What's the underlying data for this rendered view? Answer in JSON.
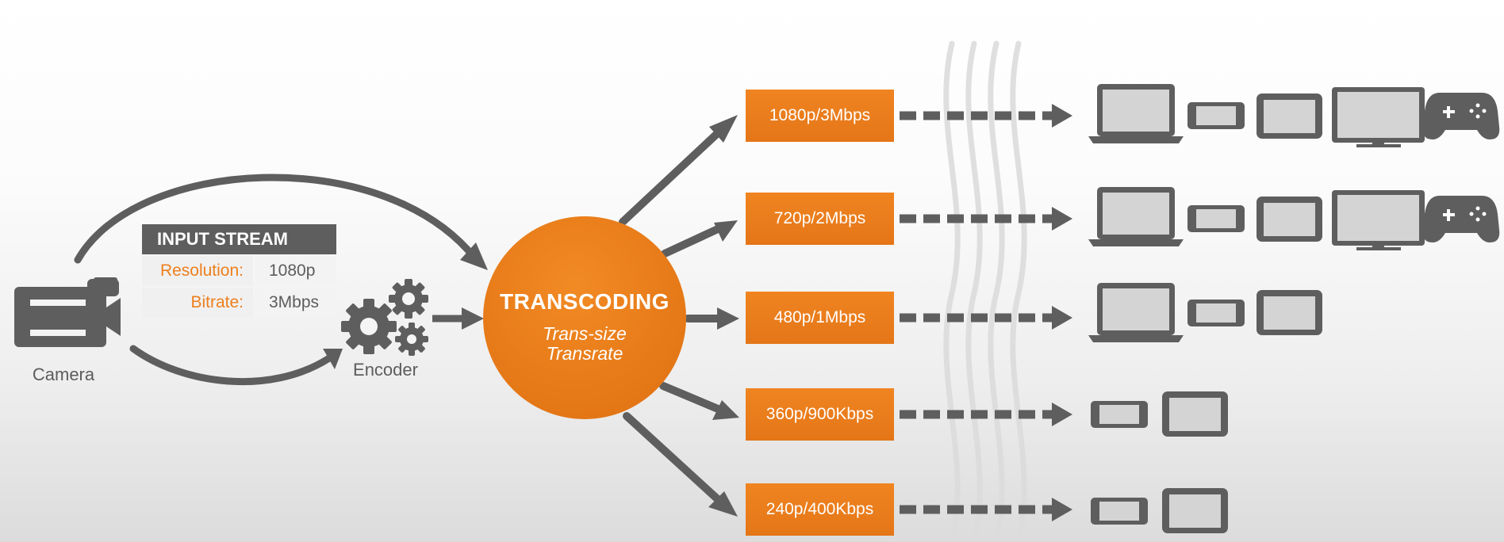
{
  "camera": {
    "label": "Camera"
  },
  "encoder": {
    "label": "Encoder"
  },
  "input_stream": {
    "title": "INPUT STREAM",
    "rows": [
      {
        "key": "Resolution:",
        "value": "1080p"
      },
      {
        "key": "Bitrate:",
        "value": "3Mbps"
      }
    ]
  },
  "transcoding": {
    "title": "TRANSCODING",
    "line1": "Trans-size",
    "line2": "Transrate"
  },
  "profiles": [
    {
      "label": "1080p/3Mbps",
      "devices": [
        "laptop",
        "phone",
        "tablet",
        "tv",
        "gamepad"
      ]
    },
    {
      "label": "720p/2Mbps",
      "devices": [
        "laptop",
        "phone",
        "tablet",
        "tv",
        "gamepad"
      ]
    },
    {
      "label": "480p/1Mbps",
      "devices": [
        "laptop",
        "phone",
        "tablet"
      ]
    },
    {
      "label": "360p/900Kbps",
      "devices": [
        "phone",
        "tablet"
      ]
    },
    {
      "label": "240p/400Kbps",
      "devices": [
        "phone",
        "tablet"
      ]
    }
  ],
  "colors": {
    "orange": "#ee7f1d",
    "dark_orange": "#e07018",
    "grey": "#5e5e5e",
    "screen_grey": "#d2d2d2"
  }
}
